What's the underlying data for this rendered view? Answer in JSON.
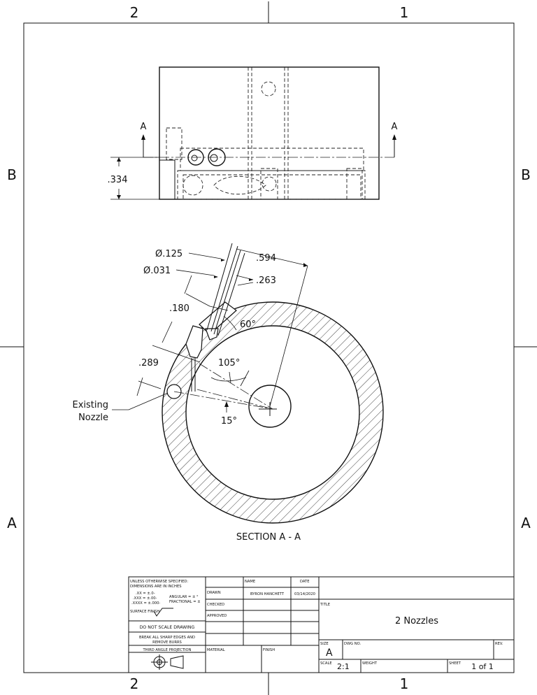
{
  "zones": {
    "top": [
      "2",
      "1"
    ],
    "bottom": [
      "2",
      "1"
    ],
    "left": [
      "B",
      "A"
    ],
    "right": [
      "B",
      "A"
    ]
  },
  "top_view": {
    "section_marker_left": "A",
    "section_marker_right": "A",
    "dim_height": ".334"
  },
  "section_view": {
    "dims": {
      "dia_125": "Ø.125",
      "dia_031": "Ø.031",
      "d_594": ".594",
      "d_263": ".263",
      "d_180": ".180",
      "a_60": "60°",
      "d_289": ".289",
      "a_105": "105°",
      "a_15": "15°"
    },
    "callout_line1": "Existing",
    "callout_line2": "Nozzle",
    "caption": "SECTION A - A"
  },
  "title_block": {
    "notes_line1": "UNLESS OTHERWISE SPECIFIED:",
    "notes_line2": "DIMENSIONS ARE IN INCHES",
    "tol_1": ".XX = ±.0-",
    "tol_2": ".XXX = ±.00-",
    "tol_3": ".XXXX = ±.000-",
    "tol_angular": "ANGULAR = ± °",
    "tol_fractional": "FRACTIONAL = ±",
    "surface_finish": "SURFACE FINISH",
    "do_not_scale": "DO NOT SCALE DRAWING",
    "break_edges_1": "BREAK ALL SHARP EDGES AND",
    "break_edges_2": "REMOVE BURRS",
    "projection": "THIRD ANGLE PROJECTION",
    "col_name": "NAME",
    "col_date": "DATE",
    "row_drawn": "DRAWN",
    "row_checked": "CHECKED",
    "row_approved": "APPROVED",
    "drawn_name": "BYRON HANCHETT",
    "drawn_date": "03/14/2020",
    "material_label": "MATERIAL",
    "finish_label": "FINISH",
    "title_label": "TITLE",
    "title": "2 Nozzles",
    "size_label": "SIZE",
    "size": "A",
    "dwg_no_label": "DWG NO.",
    "rev_label": "REV.",
    "scale_label": "SCALE",
    "scale": "2:1",
    "weight_label": "WEIGHT",
    "sheet_label": "SHEET",
    "sheet": "1 of 1"
  }
}
